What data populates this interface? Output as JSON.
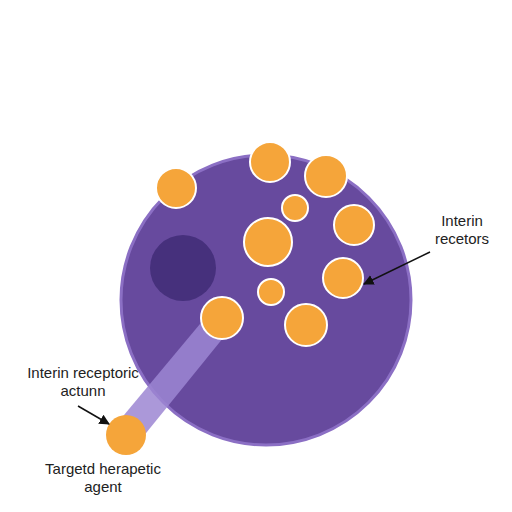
{
  "diagram": {
    "labels": [
      "Interin recetors",
      "Interin receptoric actunn",
      "Targetd herapetic agent"
    ]
  }
}
